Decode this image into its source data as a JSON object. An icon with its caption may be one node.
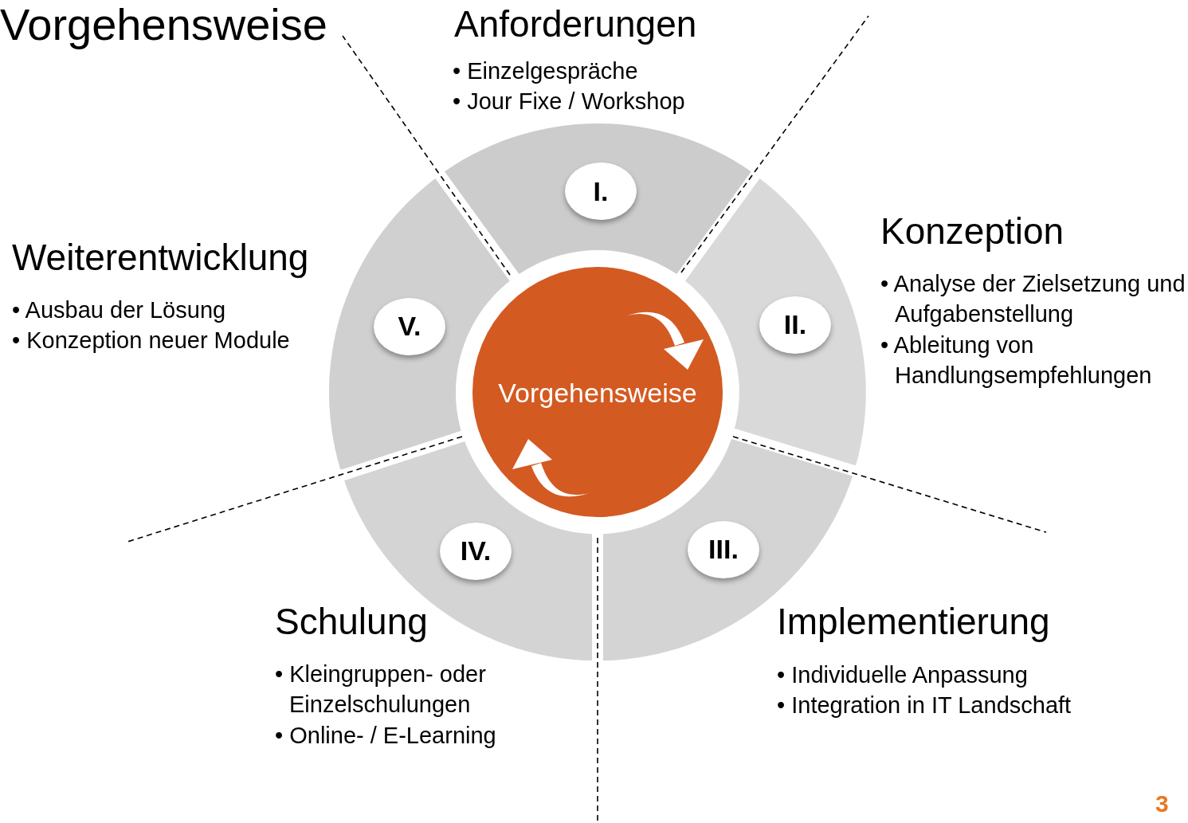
{
  "diagram": {
    "title": "Vorgehensweise",
    "nodes": [
      {
        "text": [
          "Vorgehensweise"
        ]
      },
      {
        "text": [
          "I."
        ],
        "beside": [
          "Anforderungen",
          "• Einzelgespräche",
          "• Jour Fixe / Workshop"
        ]
      },
      {
        "text": [
          "II."
        ],
        "beside": [
          "Konzeption",
          "• Analyse der Zielsetzung und Aufgabenstellung",
          "• Ableitung von Handlungsempfehlungen"
        ]
      },
      {
        "text": [
          "III."
        ],
        "beside": [
          "Implementierung",
          "• Individuelle Anpassung",
          "• Integration in IT Landschaft"
        ]
      },
      {
        "text": [
          "IV."
        ],
        "beside": [
          "Schulung",
          "• Kleingruppen- oder Einzelschulungen",
          "• Online- / E-Learning"
        ]
      },
      {
        "text": [
          "V."
        ],
        "beside": [
          "Weiterentwicklung",
          "• Ausbau der Lösung",
          "• Konzeption neuer Module"
        ]
      }
    ],
    "labels": [
      "3"
    ]
  }
}
